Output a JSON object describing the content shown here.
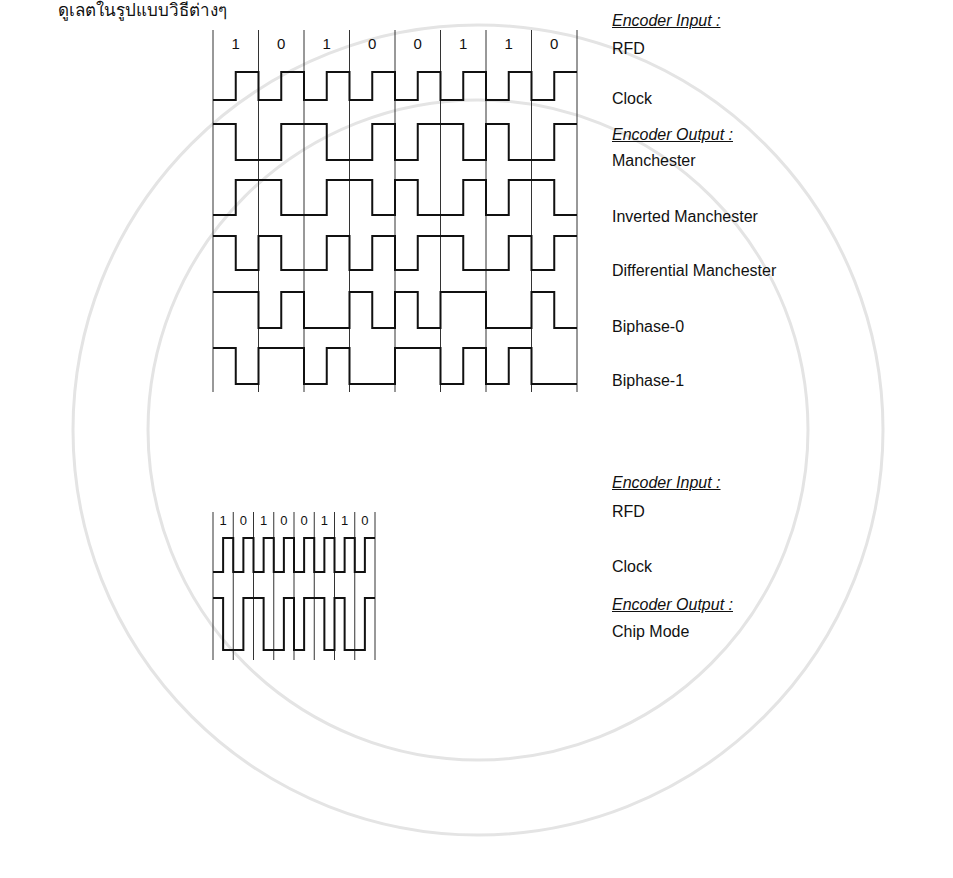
{
  "diagram": {
    "labels": [
      "ดูเลตในรูปแบบวิธีต่างๆ",
      "1",
      "0",
      "1",
      "0",
      "0",
      "1",
      "1",
      "0",
      "Encoder Input :",
      "RFD",
      "Clock",
      "Encoder Output :",
      "Manchester",
      "Inverted Manchester",
      "Differential Manchester",
      "Biphase-0",
      "Biphase-1",
      "1",
      "0",
      "1",
      "0",
      "0",
      "1",
      "1",
      "0",
      "Encoder Input :",
      "RFD",
      "Clock",
      "Encoder Output :",
      "Chip Mode"
    ]
  }
}
